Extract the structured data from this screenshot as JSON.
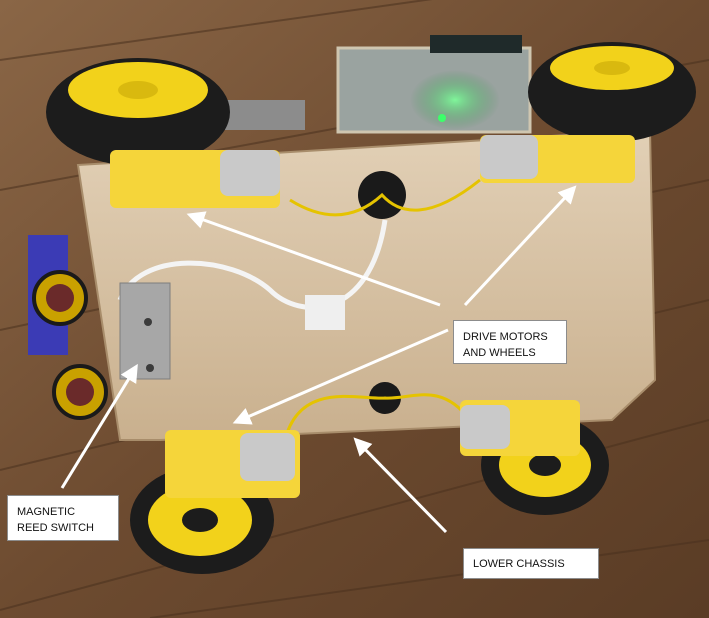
{
  "annotations": {
    "drive": {
      "line1": "DRIVE MOTORS",
      "line2": "AND WHEELS"
    },
    "reed": {
      "line1": "MAGNETIC",
      "line2": "REED SWITCH"
    },
    "lower": {
      "line1": "LOWER CHASSIS"
    }
  },
  "colors": {
    "floor": "#6b4a2e",
    "plywood": "#d7c2a6",
    "wheel_hub": "#f2d21b",
    "motor": "#f5d53a",
    "tire": "#1c1c1c",
    "led": "#3cff6a",
    "arrow": "#ffffff"
  }
}
